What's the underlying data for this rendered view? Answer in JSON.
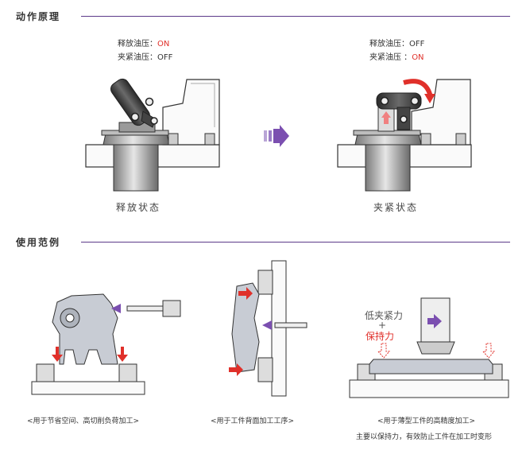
{
  "section1": {
    "title": "动作原理"
  },
  "left_state": {
    "release_label": "释放油压：",
    "release_value": "ON",
    "clamp_label": "夹紧油压：",
    "clamp_value": "OFF",
    "caption": "释放状态"
  },
  "right_state": {
    "release_label": "释放油压：",
    "release_value": "OFF",
    "clamp_label": "夹紧油压 ：",
    "clamp_value": "ON",
    "caption": "夹紧状态"
  },
  "section2": {
    "title": "使用范例"
  },
  "examples": [
    {
      "caption": "<用于节省空间、高切削负荷加工>"
    },
    {
      "caption": "<用于工件背面加工工序>"
    },
    {
      "caption": "<用于薄型工件的高精度加工>",
      "subcaption": "主要以保持力，有效防止工件在加工时变形"
    }
  ],
  "force_label": {
    "line1": "低夹紧力",
    "plus": "+",
    "line2": "保持力"
  },
  "colors": {
    "accent": "#5d3a8a",
    "arrow_purple": "#7b4fb0",
    "red": "#e0302a"
  }
}
